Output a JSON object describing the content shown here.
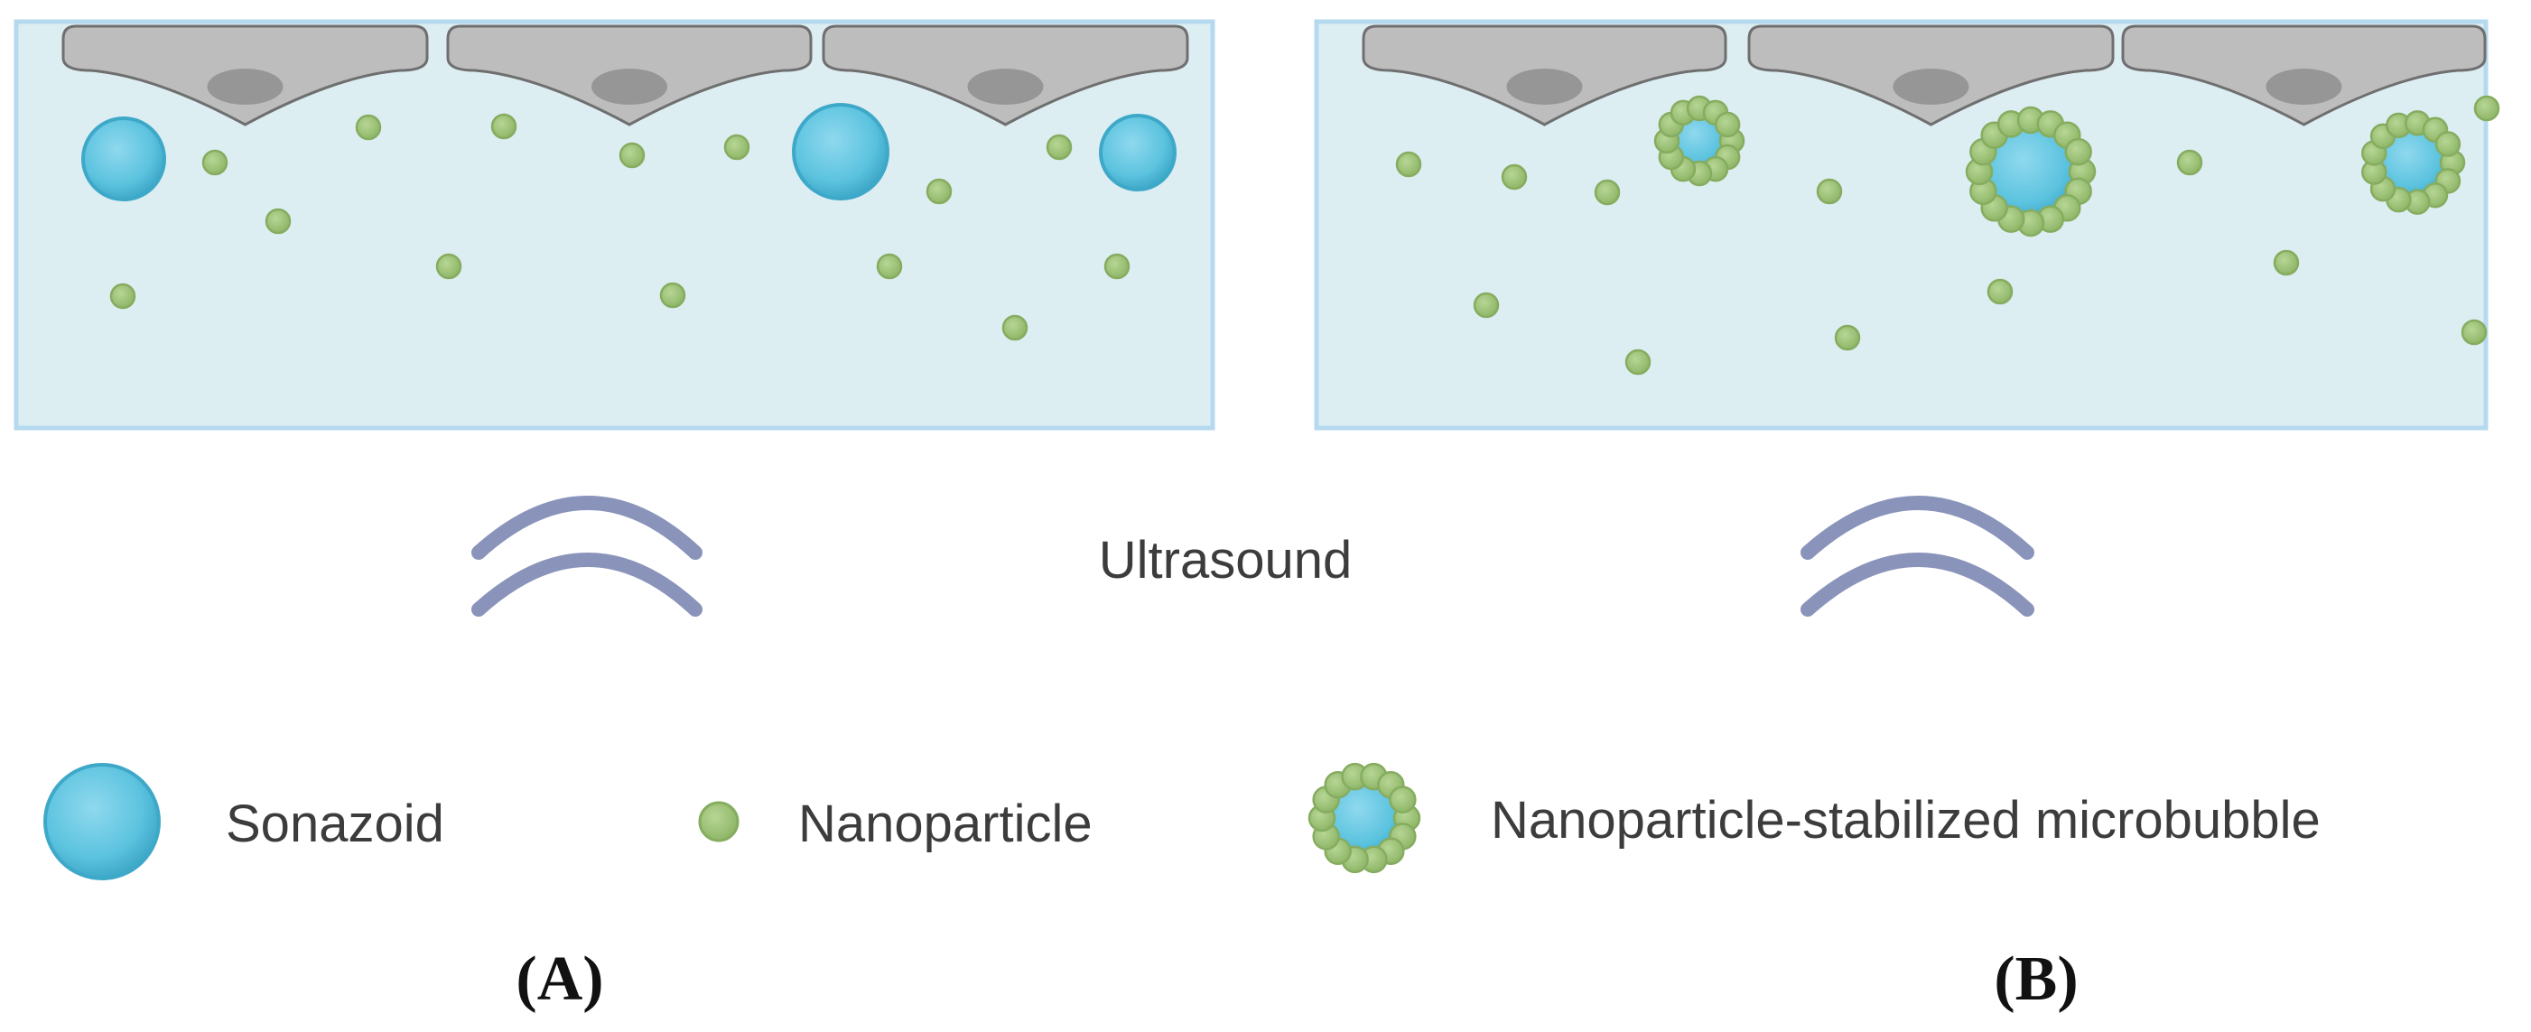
{
  "ultrasound_label": "Ultrasound",
  "legend": {
    "sonazoid": "Sonazoid",
    "nanoparticle": "Nanoparticle",
    "stabilized": "Nanoparticle-stabilized microbubble"
  },
  "panel_labels": {
    "a": "(A)",
    "b": "(B)"
  },
  "colors": {
    "medium_fill": "#ddeef3",
    "medium_border": "#b5d9ee",
    "cell": "#bdbdbd",
    "cell_nucleus": "#969696",
    "sonazoid": "#5ec5e0",
    "nanoparticle": "#9fc37a",
    "ultrasound_wave": "#8a94bb"
  }
}
